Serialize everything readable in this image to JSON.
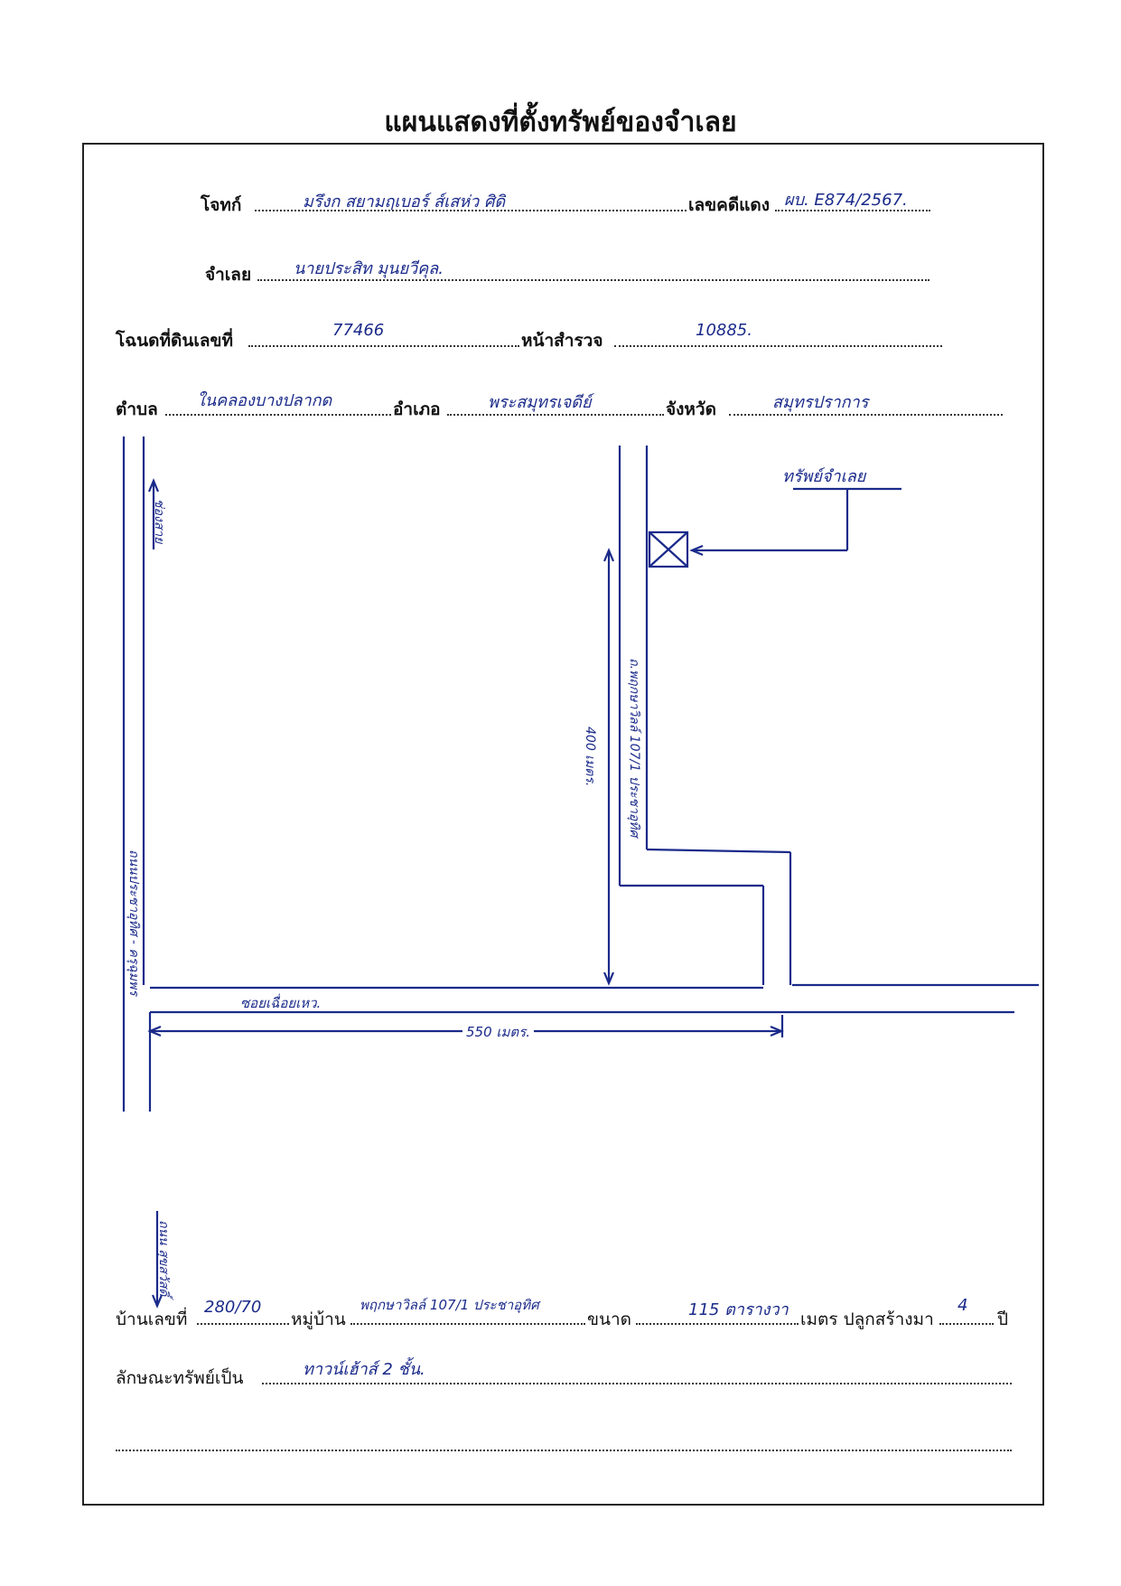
{
  "form": {
    "title": "แผนแสดงที่ตั้งทรัพย์ของจำเลย",
    "labels": {
      "plaintiff": "โจทก์",
      "red_case_no": "เลขคดีแดง",
      "defendant": "จำเลย",
      "deed_no": "โฉนดที่ดินเลขที่",
      "survey_page": "หน้าสำรวจ",
      "subdistrict": "ตำบล",
      "district": "อำเภอ",
      "province": "จังหวัด",
      "house_no": "บ้านเลขที่",
      "village": "หมู่บ้าน",
      "size": "ขนาด",
      "unit_built": "เมตร ปลูกสร้างมา",
      "year": "ปี",
      "property_type": "ลักษณะทรัพย์เป็น"
    },
    "values": {
      "plaintiff": "มรึงก สยามฤเบอร์ ส์เสห่ว ศิดิ",
      "red_case_no": "ผบ. E874/2567.",
      "defendant": "นายประสิท มุนยวีคุล.",
      "deed_no": "77466",
      "survey_page": "10885.",
      "subdistrict": "ในคลองบางปลากด",
      "district": "พระสมุทรเจดีย์",
      "province": "สมุทรปราการ",
      "house_no": "280/70",
      "village": "พฤกษาวิลล์ 107/1 ประชาอุทิศ",
      "size": "115 ตารางวา",
      "years_built": "4",
      "property_type": "ทาวน์เฮ้าส์ 2 ชั้น."
    }
  },
  "map": {
    "target_label": "ทรัพย์จำเลย",
    "north_road_label": "ช่องสาย",
    "main_road_label": "ถนนประชาอุทิศ - ครุฉุมพร",
    "south_road_label": "ถนน สุขสวัสดิ์",
    "soi_label": "ซอยเฉื่อยเหว.",
    "distance_horizontal": "550 เมตร.",
    "distance_vertical": "400 เมตร.",
    "village_road_label": "ถ.พฤกษาวิลล์ 107/1 ประชาอุทิศ"
  }
}
